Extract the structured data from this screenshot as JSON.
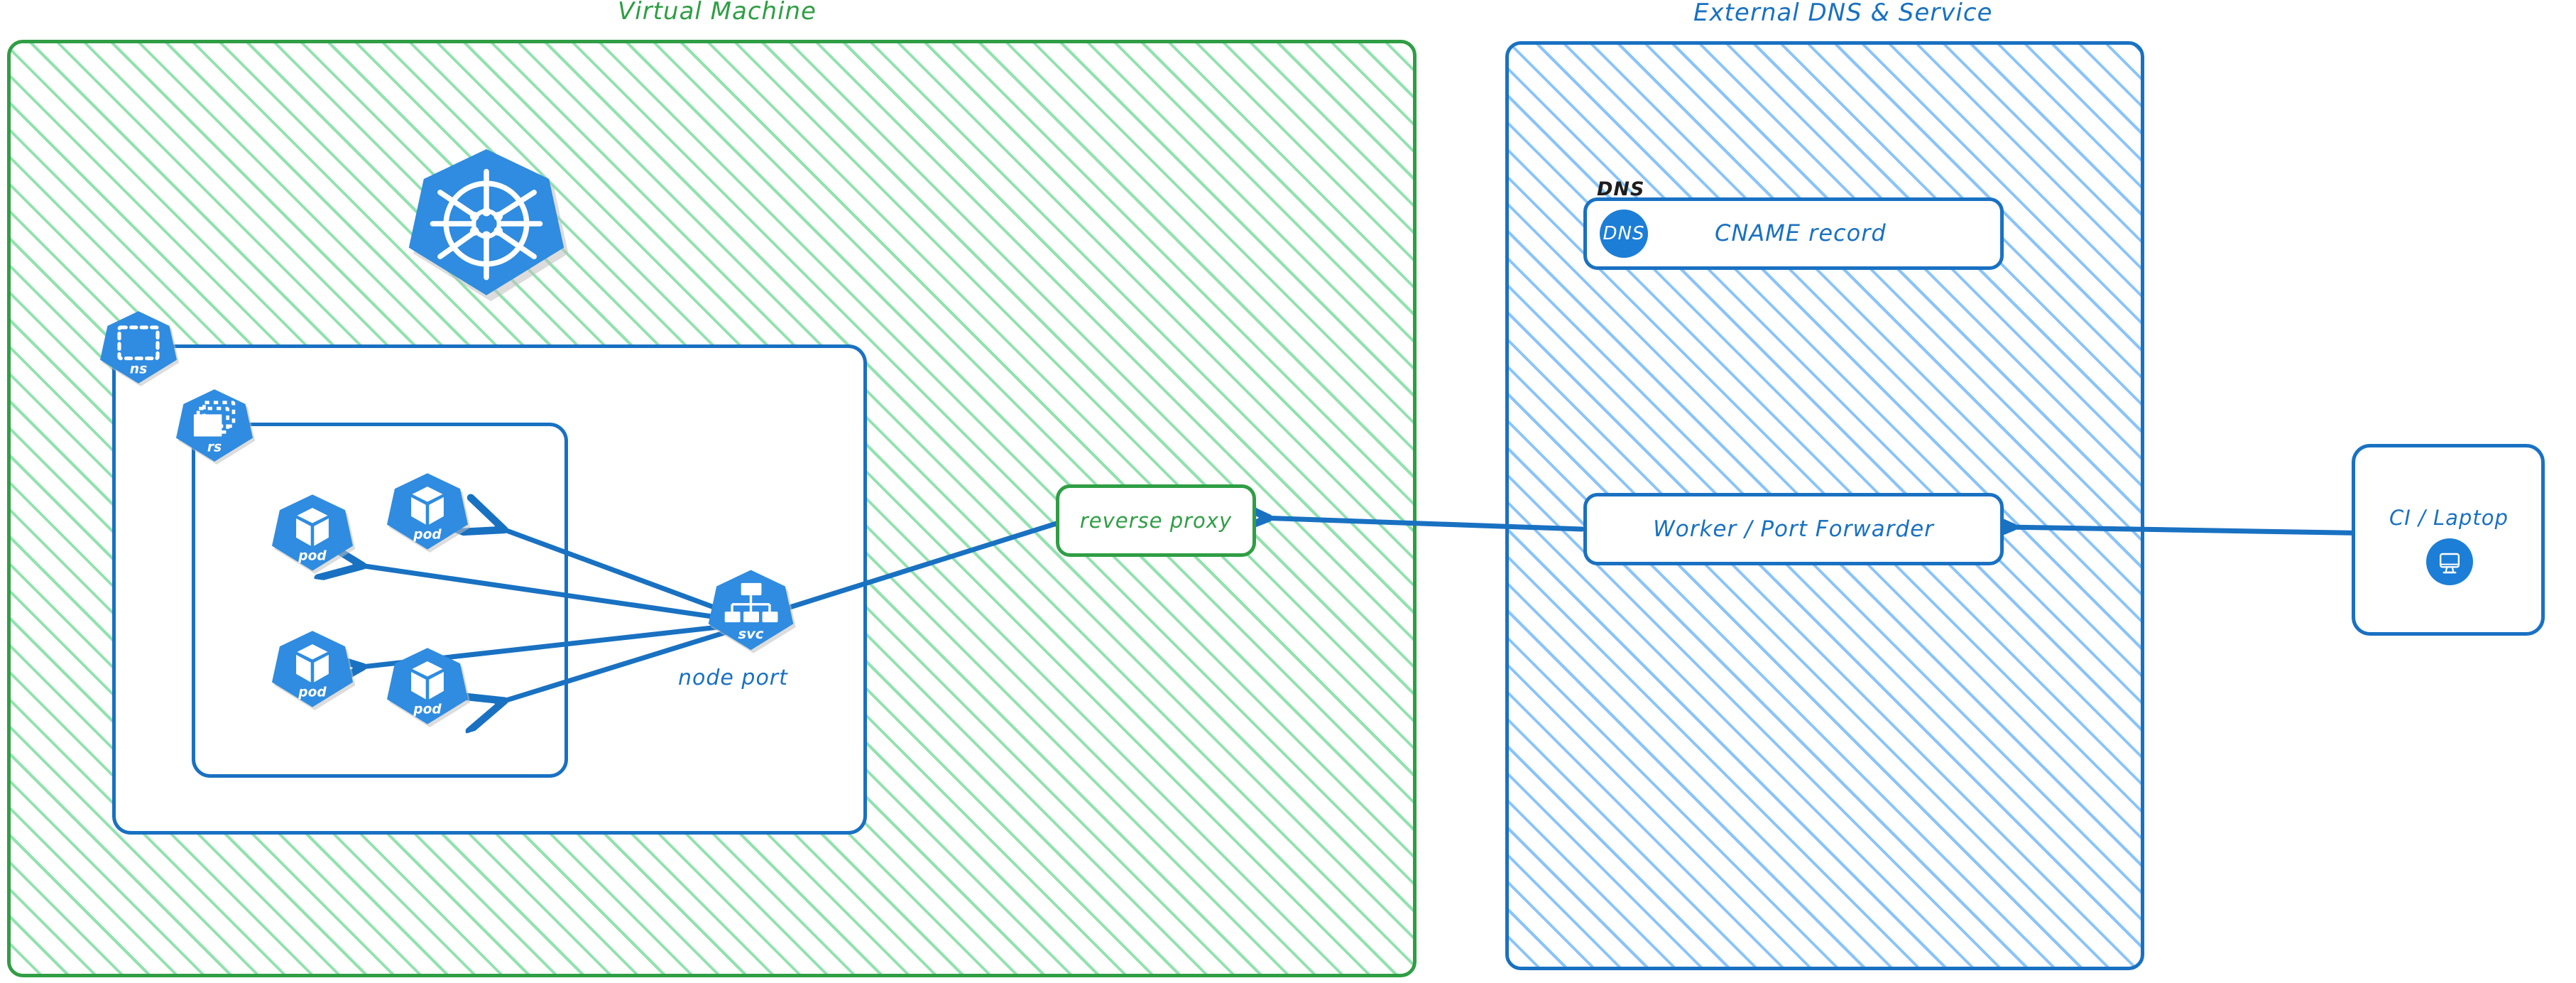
{
  "diagram": {
    "type": "architecture-diagram",
    "style": "hand-drawn-excalidraw",
    "colors": {
      "green": "#2f9e44",
      "green_hatch": "#8ce0aa",
      "blue": "#1971c2",
      "blue_hatch": "#84c1f8",
      "k8s_blue": "#2f8ce0",
      "black": "#1e1e1e",
      "white": "#ffffff"
    }
  },
  "panels": {
    "vm": {
      "title": "Virtual Machine"
    },
    "external": {
      "title": "External DNS & Service"
    }
  },
  "k8s": {
    "logo_name": "kubernetes-wheel-logo",
    "namespace": {
      "badge_label": "ns",
      "icon": "dashed-square-icon"
    },
    "replicaset": {
      "badge_label": "rs",
      "icon": "stacked-rectangles-icon"
    },
    "pods": [
      {
        "label": "pod",
        "icon": "cube-icon"
      },
      {
        "label": "pod",
        "icon": "cube-icon"
      },
      {
        "label": "pod",
        "icon": "cube-icon"
      },
      {
        "label": "pod",
        "icon": "cube-icon"
      }
    ],
    "service": {
      "badge_label": "svc",
      "icon": "hierarchy-icon",
      "caption": "node port"
    }
  },
  "nodes": {
    "reverse_proxy": {
      "label": "reverse proxy"
    },
    "dns": {
      "heading": "DNS",
      "badge_text": "DNS",
      "label": "CNAME record",
      "icon": "dns-circle-icon"
    },
    "worker": {
      "label": "Worker / Port Forwarder"
    },
    "client": {
      "label": "CI / Laptop",
      "icon": "desktop-monitor-icon"
    }
  },
  "edges": [
    {
      "from": "svc",
      "to": "pod-1",
      "arrow": "single"
    },
    {
      "from": "svc",
      "to": "pod-2",
      "arrow": "single"
    },
    {
      "from": "svc",
      "to": "pod-3",
      "arrow": "single"
    },
    {
      "from": "svc",
      "to": "pod-4",
      "arrow": "single"
    },
    {
      "from": "reverse-proxy",
      "to": "svc",
      "arrow": "single"
    },
    {
      "from": "worker",
      "to": "reverse-proxy",
      "arrow": "single"
    },
    {
      "from": "client",
      "to": "worker",
      "arrow": "single"
    }
  ]
}
